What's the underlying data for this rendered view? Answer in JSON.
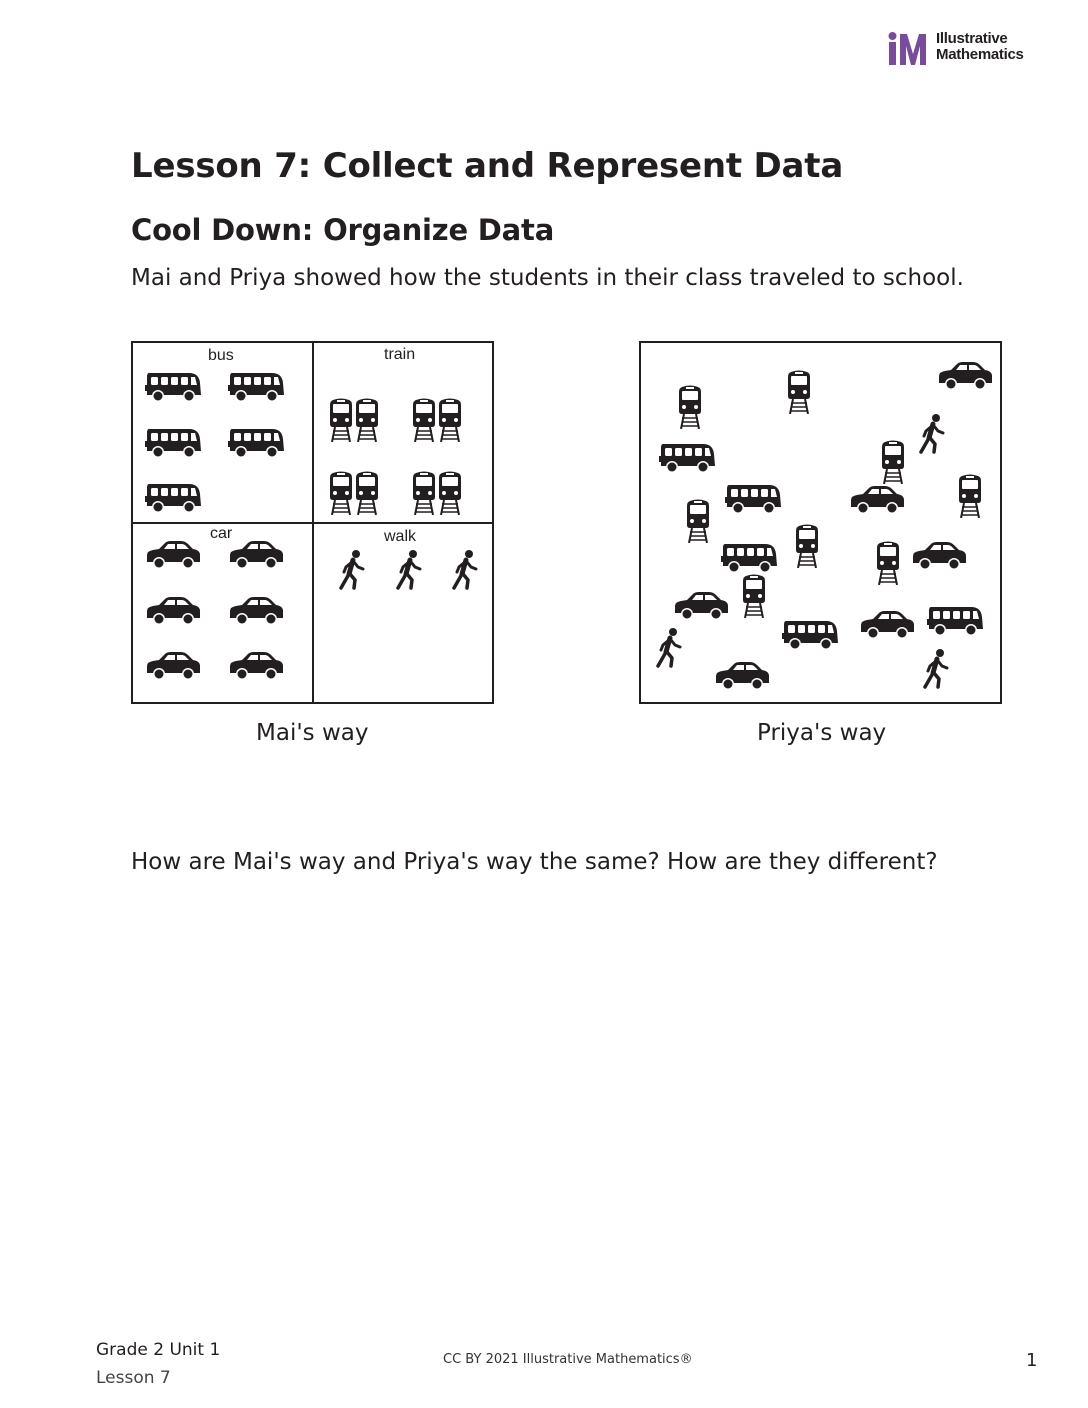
{
  "brand": {
    "line1": "Illustrative",
    "line2": "Mathematics",
    "accent": "#7a4b9c"
  },
  "title": "Lesson 7: Collect and Represent Data",
  "subtitle": "Cool Down: Organize Data",
  "intro": "Mai and Priya showed how the students in their class traveled to school.",
  "mai": {
    "caption": "Mai's way",
    "labels": {
      "bus": "bus",
      "train": "train",
      "car": "car",
      "walk": "walk"
    },
    "counts": {
      "bus": 5,
      "train": 8,
      "car": 6,
      "walk": 3
    }
  },
  "priya": {
    "caption": "Priya's way",
    "counts": {
      "bus": 5,
      "train": 8,
      "car": 6,
      "walk": 3
    }
  },
  "question": "How are Mai's way and Priya's way the same? How are they different?",
  "footer": {
    "grade_unit": "Grade 2 Unit 1",
    "lesson": "Lesson 7",
    "copyright": "CC BY 2021 Illustrative Mathematics®",
    "page": "1"
  },
  "icons": [
    "bus-icon",
    "train-icon",
    "car-icon",
    "walk-icon"
  ]
}
